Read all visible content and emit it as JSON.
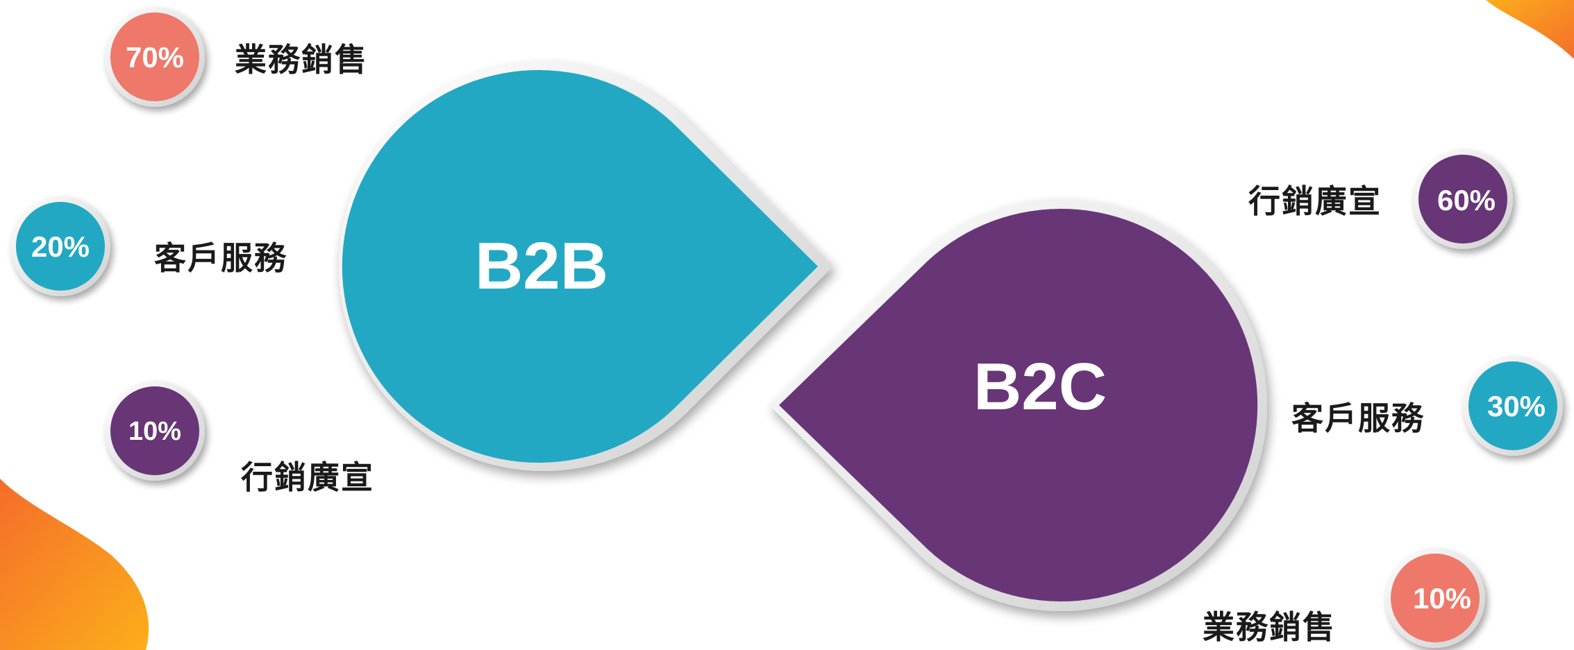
{
  "colors": {
    "teal": "#20a8c3",
    "purple": "#673677",
    "coral": "#ee7869",
    "orange": "#f8931f"
  },
  "b2b": {
    "title": "B2B",
    "items": [
      {
        "percent": "70%",
        "label": "業務銷售",
        "color": "coral"
      },
      {
        "percent": "20%",
        "label": "客戶服務",
        "color": "teal"
      },
      {
        "percent": "10%",
        "label": "行銷廣宣",
        "color": "purple"
      }
    ]
  },
  "b2c": {
    "title": "B2C",
    "items": [
      {
        "percent": "60%",
        "label": "行銷廣宣",
        "color": "purple"
      },
      {
        "percent": "30%",
        "label": "客戶服務",
        "color": "teal"
      },
      {
        "percent": "10%",
        "label": "業務銷售",
        "color": "coral"
      }
    ]
  }
}
